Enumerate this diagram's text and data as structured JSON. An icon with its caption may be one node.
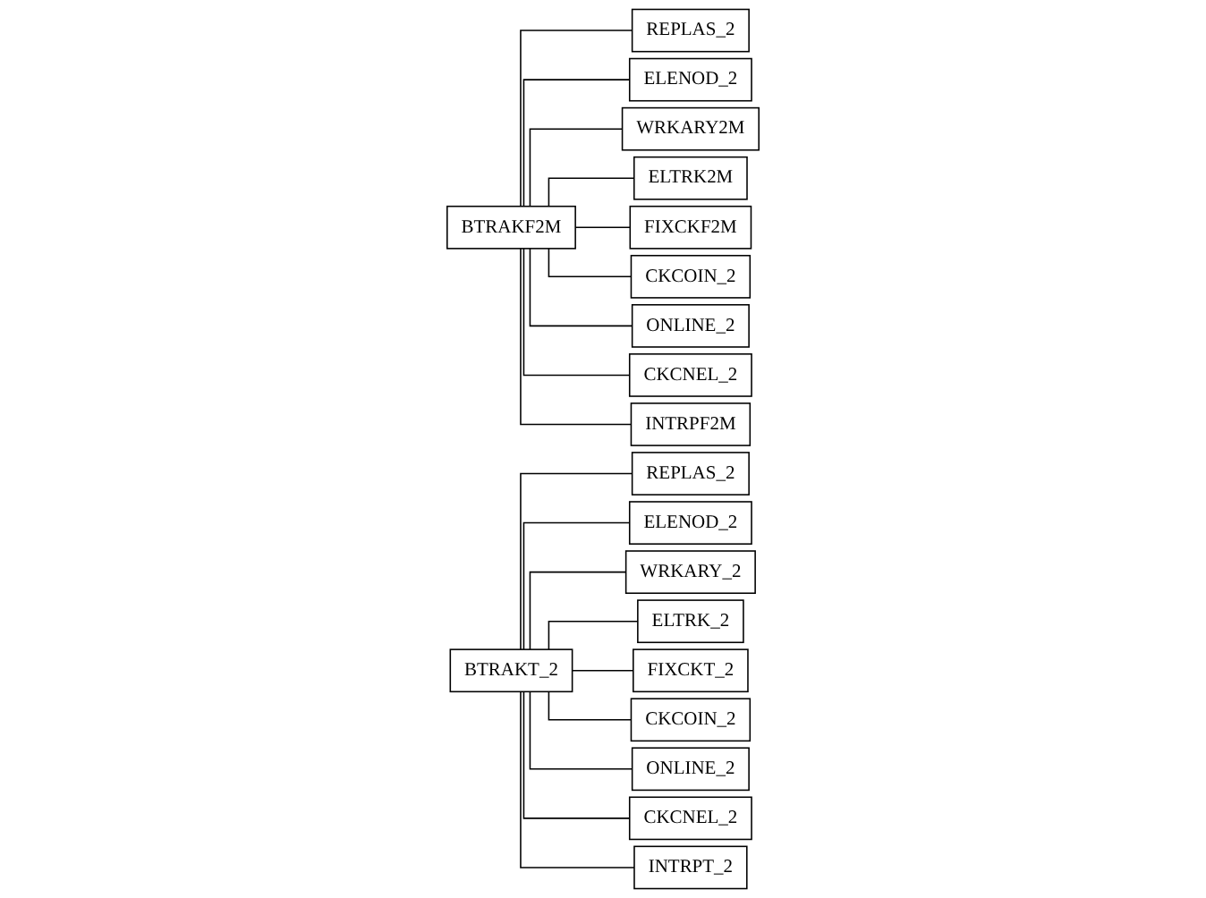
{
  "diagram": {
    "nodes": [
      {
        "text": [
          "BTRAKF2M"
        ]
      },
      {
        "text": [
          "REPLAS_2"
        ]
      },
      {
        "text": [
          "ELENOD_2"
        ]
      },
      {
        "text": [
          "WRKARY2M"
        ]
      },
      {
        "text": [
          "ELTRK2M"
        ]
      },
      {
        "text": [
          "FIXCKF2M"
        ]
      },
      {
        "text": [
          "CKCOIN_2"
        ]
      },
      {
        "text": [
          "ONLINE_2"
        ]
      },
      {
        "text": [
          "CKCNEL_2"
        ]
      },
      {
        "text": [
          "INTRPF2M"
        ]
      },
      {
        "text": [
          "BTRAKT_2"
        ]
      },
      {
        "text": [
          "REPLAS_2"
        ]
      },
      {
        "text": [
          "ELENOD_2"
        ]
      },
      {
        "text": [
          "WRKARY_2"
        ]
      },
      {
        "text": [
          "ELTRK_2"
        ]
      },
      {
        "text": [
          "FIXCKT_2"
        ]
      },
      {
        "text": [
          "CKCOIN_2"
        ]
      },
      {
        "text": [
          "ONLINE_2"
        ]
      },
      {
        "text": [
          "CKCNEL_2"
        ]
      },
      {
        "text": [
          "INTRPT_2"
        ]
      }
    ],
    "edges": [
      {
        "from": 0,
        "to": 1,
        "arrow": "none"
      },
      {
        "from": 0,
        "to": 2,
        "arrow": "none"
      },
      {
        "from": 0,
        "to": 3,
        "arrow": "none"
      },
      {
        "from": 0,
        "to": 4,
        "arrow": "none"
      },
      {
        "from": 0,
        "to": 5,
        "arrow": "none"
      },
      {
        "from": 0,
        "to": 6,
        "arrow": "none"
      },
      {
        "from": 0,
        "to": 7,
        "arrow": "none"
      },
      {
        "from": 0,
        "to": 8,
        "arrow": "none"
      },
      {
        "from": 0,
        "to": 9,
        "arrow": "none"
      },
      {
        "from": 10,
        "to": 11,
        "arrow": "none"
      },
      {
        "from": 10,
        "to": 12,
        "arrow": "none"
      },
      {
        "from": 10,
        "to": 13,
        "arrow": "none"
      },
      {
        "from": 10,
        "to": 14,
        "arrow": "none"
      },
      {
        "from": 10,
        "to": 15,
        "arrow": "none"
      },
      {
        "from": 10,
        "to": 16,
        "arrow": "none"
      },
      {
        "from": 10,
        "to": 17,
        "arrow": "none"
      },
      {
        "from": 10,
        "to": 18,
        "arrow": "none"
      },
      {
        "from": 10,
        "to": 19,
        "arrow": "none"
      }
    ]
  }
}
